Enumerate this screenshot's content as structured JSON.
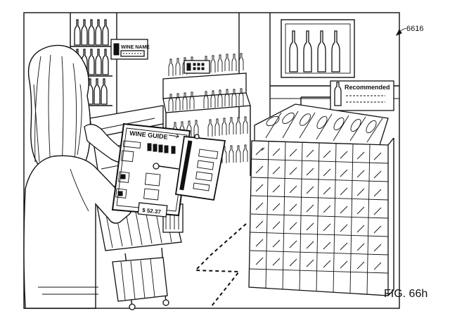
{
  "figure": {
    "ref_number": "6616",
    "caption": "FIG. 66h"
  },
  "shelf_tag": {
    "label": "WINE NAME"
  },
  "display_sign": {
    "label": "Recommended"
  },
  "phone_screen": {
    "title": "WINE GUIDE",
    "price": "$ 52.37"
  }
}
